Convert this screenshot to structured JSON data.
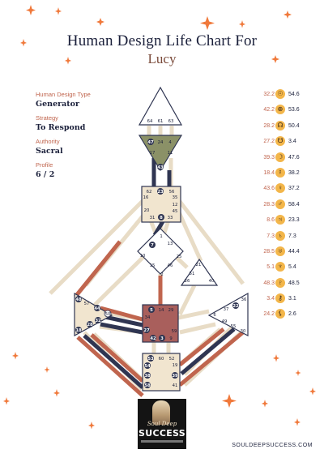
{
  "header": {
    "title": "Human Design Life Chart For",
    "name": "Lucy"
  },
  "info": [
    {
      "label": "Human Design Type",
      "value": "Generator"
    },
    {
      "label": "Strategy",
      "value": "To Respond"
    },
    {
      "label": "Authority",
      "value": "Sacral"
    },
    {
      "label": "Profile",
      "value": "6 / 2"
    }
  ],
  "planets": [
    {
      "left": "32.2",
      "icon": "sun-icon",
      "glyph": "☉",
      "right": "54.6"
    },
    {
      "left": "42.2",
      "icon": "earth-icon",
      "glyph": "⊕",
      "right": "53.6"
    },
    {
      "left": "28.2",
      "icon": "north-node-icon",
      "glyph": "☊",
      "right": "50.4"
    },
    {
      "left": "27.2",
      "icon": "south-node-icon",
      "glyph": "☋",
      "right": "3.4"
    },
    {
      "left": "39.3",
      "icon": "moon-icon",
      "glyph": "☽",
      "right": "47.6"
    },
    {
      "left": "18.4",
      "icon": "mercury-icon",
      "glyph": "☿",
      "right": "38.2"
    },
    {
      "left": "43.6",
      "icon": "venus-icon",
      "glyph": "♀",
      "right": "37.2"
    },
    {
      "left": "28.3",
      "icon": "mars-icon",
      "glyph": "♂",
      "right": "58.4"
    },
    {
      "left": "8.6",
      "icon": "jupiter-icon",
      "glyph": "♃",
      "right": "23.3"
    },
    {
      "left": "7.3",
      "icon": "saturn-icon",
      "glyph": "♄",
      "right": "7.3"
    },
    {
      "left": "28.5",
      "icon": "uranus-icon",
      "glyph": "♅",
      "right": "44.4"
    },
    {
      "left": "5.1",
      "icon": "neptune-icon",
      "glyph": "♆",
      "right": "5.4"
    },
    {
      "left": "48.3",
      "icon": "pluto-icon",
      "glyph": "♇",
      "right": "48.5"
    },
    {
      "left": "3.4",
      "icon": "chiron-icon",
      "glyph": "⚷",
      "right": "3.1"
    },
    {
      "left": "24.2",
      "icon": "lilith-icon",
      "glyph": "⚸",
      "right": "2.6"
    }
  ],
  "bodygraph": {
    "head_gates": [
      "64",
      "61",
      "63"
    ],
    "ajna_gates": [
      "47",
      "24",
      "4",
      "17",
      "11",
      "43"
    ],
    "throat_gates": [
      "62",
      "23",
      "56",
      "16",
      "35",
      "12",
      "20",
      "45",
      "31",
      "8",
      "33"
    ],
    "g_gates": [
      "1",
      "7",
      "13",
      "10",
      "25",
      "15",
      "46",
      "2"
    ],
    "ego_gates": [
      "21",
      "51",
      "26",
      "40"
    ],
    "spleen_gates": [
      "48",
      "57",
      "44",
      "50",
      "32",
      "28",
      "18"
    ],
    "sacral_gates": [
      "5",
      "14",
      "29",
      "34",
      "27",
      "59",
      "42",
      "3",
      "9"
    ],
    "esp_gates": [
      "36",
      "22",
      "37",
      "6",
      "49",
      "55",
      "30"
    ],
    "root_gates": [
      "53",
      "60",
      "52",
      "54",
      "19",
      "38",
      "39",
      "58",
      "41"
    ]
  },
  "colors": {
    "navy": "#2f3552",
    "rust": "#c0654e",
    "beige": "#e8dcc6",
    "olive": "#8b9167",
    "maroon": "#a95f5c",
    "accent": "#f0793b"
  },
  "footer": {
    "url": "SOULDEEPSUCCESS.COM",
    "logo_line1": "Soul Deep",
    "logo_line2": "SUCCESS"
  }
}
